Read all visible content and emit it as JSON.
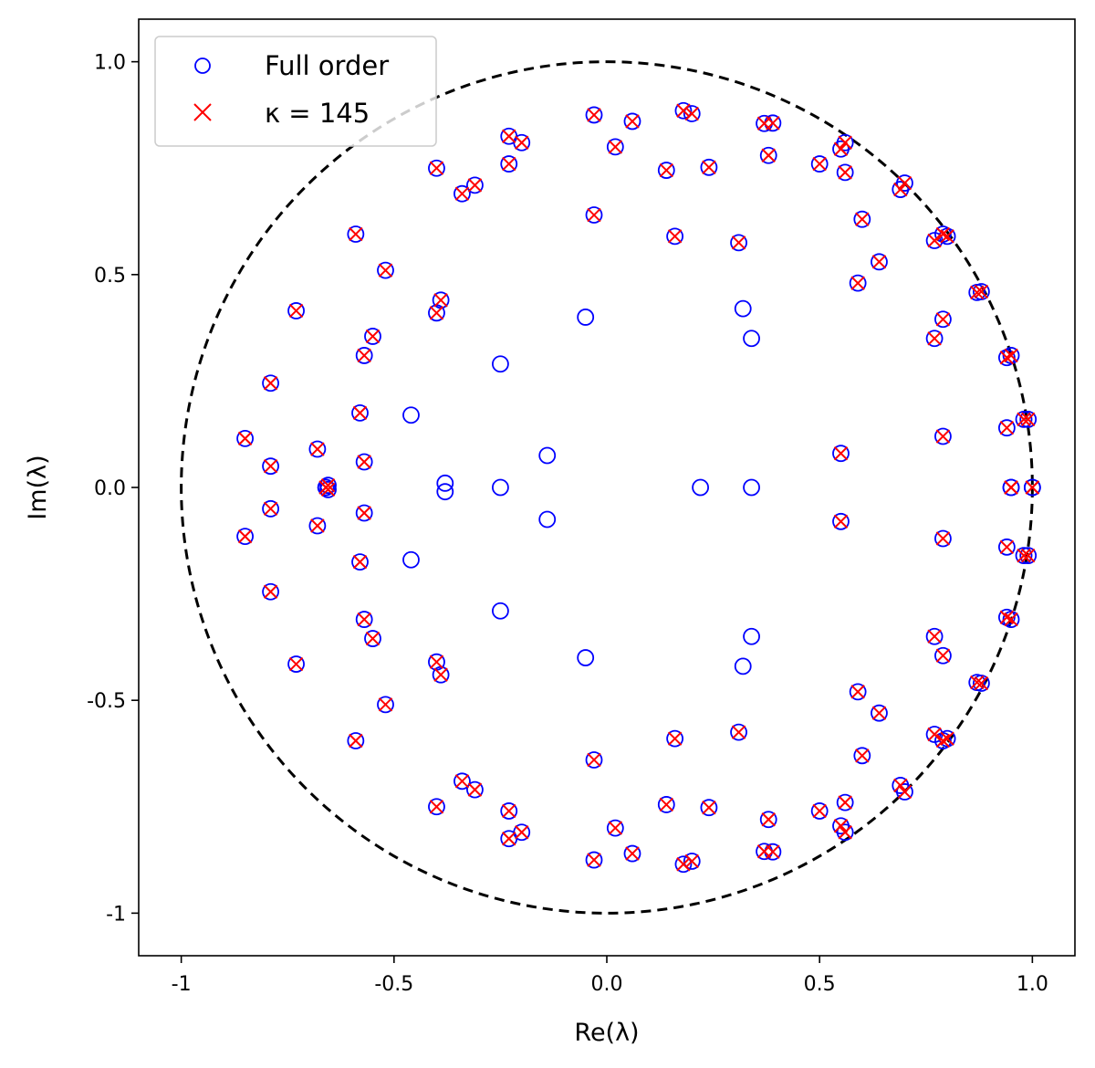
{
  "chart_data": {
    "type": "scatter",
    "xlabel": "Re(λ)",
    "ylabel": "Im(λ)",
    "xlim": [
      -1.1,
      1.1
    ],
    "ylim": [
      -1.1,
      1.1
    ],
    "x_ticks": [
      {
        "value": -1,
        "label": "-1"
      },
      {
        "value": -0.5,
        "label": "-0.5"
      },
      {
        "value": 0,
        "label": "0.0"
      },
      {
        "value": 0.5,
        "label": "0.5"
      },
      {
        "value": 1,
        "label": "1.0"
      }
    ],
    "y_ticks": [
      {
        "value": 1,
        "label": "1.0"
      },
      {
        "value": 0.5,
        "label": "0.5"
      },
      {
        "value": 0,
        "label": "0.0"
      },
      {
        "value": -0.5,
        "label": "-0.5"
      },
      {
        "value": -1,
        "label": "-1"
      }
    ],
    "grid": false,
    "legend_position": "top-left",
    "unit_circle": {
      "radius": 1,
      "style": "dashed",
      "color": "#000000"
    },
    "colors": {
      "full_order": "#0000ff",
      "reduced": "#ff0000"
    },
    "series": [
      {
        "name": "Full order",
        "marker": "open-circle",
        "extra_points": [
          [
            -0.05,
            0.4
          ],
          [
            -0.25,
            0.29
          ],
          [
            0.32,
            0.42
          ],
          [
            0.34,
            0.35
          ],
          [
            -0.46,
            0.17
          ],
          [
            -0.14,
            0.075
          ],
          [
            -0.38,
            0.01
          ],
          [
            -0.25,
            0.0
          ],
          [
            0.22,
            0.0
          ],
          [
            0.34,
            0.0
          ]
        ]
      },
      {
        "name": "κ = 145",
        "marker": "x",
        "shared_points": [
          [
            -0.03,
            0.875
          ],
          [
            0.06,
            0.86
          ],
          [
            0.18,
            0.885
          ],
          [
            0.2,
            0.878
          ],
          [
            0.37,
            0.855
          ],
          [
            0.39,
            0.856
          ],
          [
            -0.23,
            0.825
          ],
          [
            -0.2,
            0.81
          ],
          [
            0.56,
            0.81
          ],
          [
            0.55,
            0.795
          ],
          [
            0.02,
            0.8
          ],
          [
            0.38,
            0.78
          ],
          [
            -0.4,
            0.75
          ],
          [
            -0.23,
            0.76
          ],
          [
            0.14,
            0.745
          ],
          [
            0.24,
            0.752
          ],
          [
            0.5,
            0.76
          ],
          [
            0.56,
            0.74
          ],
          [
            0.7,
            0.715
          ],
          [
            0.69,
            0.7
          ],
          [
            -0.31,
            0.71
          ],
          [
            -0.34,
            0.69
          ],
          [
            -0.03,
            0.64
          ],
          [
            0.6,
            0.63
          ],
          [
            -0.59,
            0.595
          ],
          [
            0.16,
            0.59
          ],
          [
            0.31,
            0.575
          ],
          [
            0.79,
            0.595
          ],
          [
            0.8,
            0.59
          ],
          [
            0.77,
            0.58
          ],
          [
            -0.52,
            0.51
          ],
          [
            0.64,
            0.53
          ],
          [
            0.59,
            0.48
          ],
          [
            0.88,
            0.46
          ],
          [
            0.87,
            0.458
          ],
          [
            -0.39,
            0.44
          ],
          [
            -0.4,
            0.41
          ],
          [
            -0.73,
            0.415
          ],
          [
            0.79,
            0.395
          ],
          [
            0.77,
            0.35
          ],
          [
            -0.55,
            0.355
          ],
          [
            -0.57,
            0.31
          ],
          [
            0.95,
            0.31
          ],
          [
            0.94,
            0.305
          ],
          [
            -0.79,
            0.245
          ],
          [
            -0.58,
            0.175
          ],
          [
            0.98,
            0.16
          ],
          [
            0.99,
            0.16
          ],
          [
            0.94,
            0.14
          ],
          [
            0.79,
            0.12
          ],
          [
            -0.85,
            0.115
          ],
          [
            -0.68,
            0.09
          ],
          [
            0.55,
            0.08
          ],
          [
            -0.79,
            0.05
          ],
          [
            -0.57,
            0.06
          ],
          [
            -0.66,
            0.0
          ],
          [
            -0.655,
            0.005
          ],
          [
            0.95,
            0.0
          ],
          [
            1.0,
            0.0
          ]
        ]
      }
    ]
  }
}
